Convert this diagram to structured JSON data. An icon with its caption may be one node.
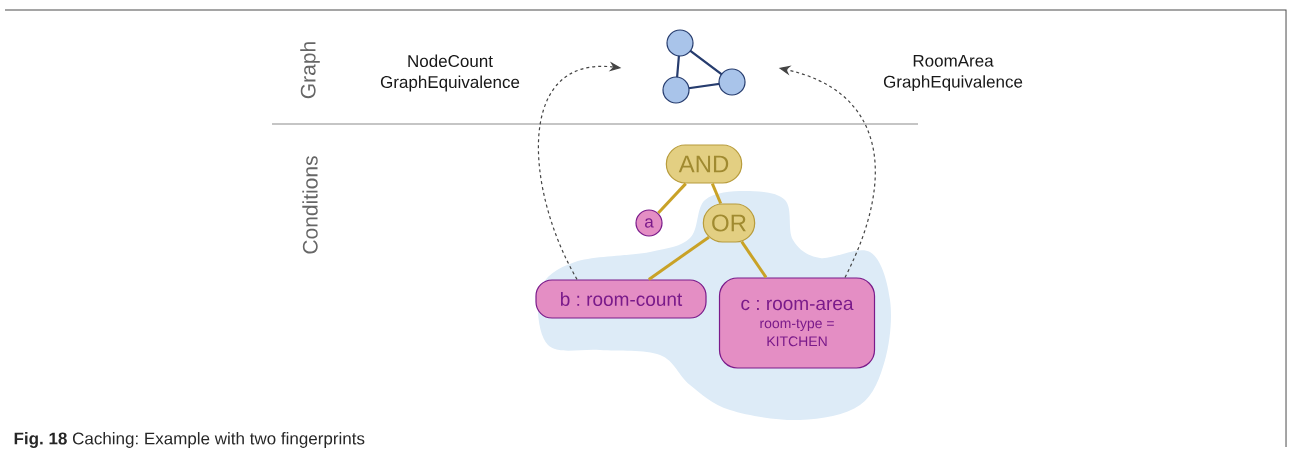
{
  "diagram": {
    "caption": "**Fig. 18** Caching: Example with two fingerprints",
    "nodes": [
      {
        "text": [],
        "shape": "picture"
      },
      {
        "text": [
          "AND"
        ]
      },
      {
        "text": [
          "a"
        ]
      },
      {
        "text": [],
        "shape": "cloud"
      },
      {
        "text": [
          "OR"
        ],
        "in": 3
      },
      {
        "text": [
          "b : room-count"
        ],
        "in": 3
      },
      {
        "text": [
          "c : room-area",
          "room-type = KITCHEN"
        ],
        "in": 3
      }
    ],
    "edges": [
      {
        "from": 1,
        "to": 2,
        "arrow": "none"
      },
      {
        "from": 1,
        "to": 4,
        "arrow": "none"
      },
      {
        "from": 4,
        "to": 5,
        "arrow": "none"
      },
      {
        "from": 4,
        "to": 6,
        "arrow": "none"
      },
      {
        "from": 5,
        "to": 0,
        "arrow": "to",
        "style": "dashed",
        "color": "#444444"
      },
      {
        "from": 6,
        "to": 0,
        "arrow": "to",
        "style": "dashed",
        "color": "#444444"
      }
    ],
    "labels": [
      "Graph",
      "NodeCount GraphEquivalence",
      "RoomArea GraphEquivalence",
      "Conditions"
    ]
  }
}
